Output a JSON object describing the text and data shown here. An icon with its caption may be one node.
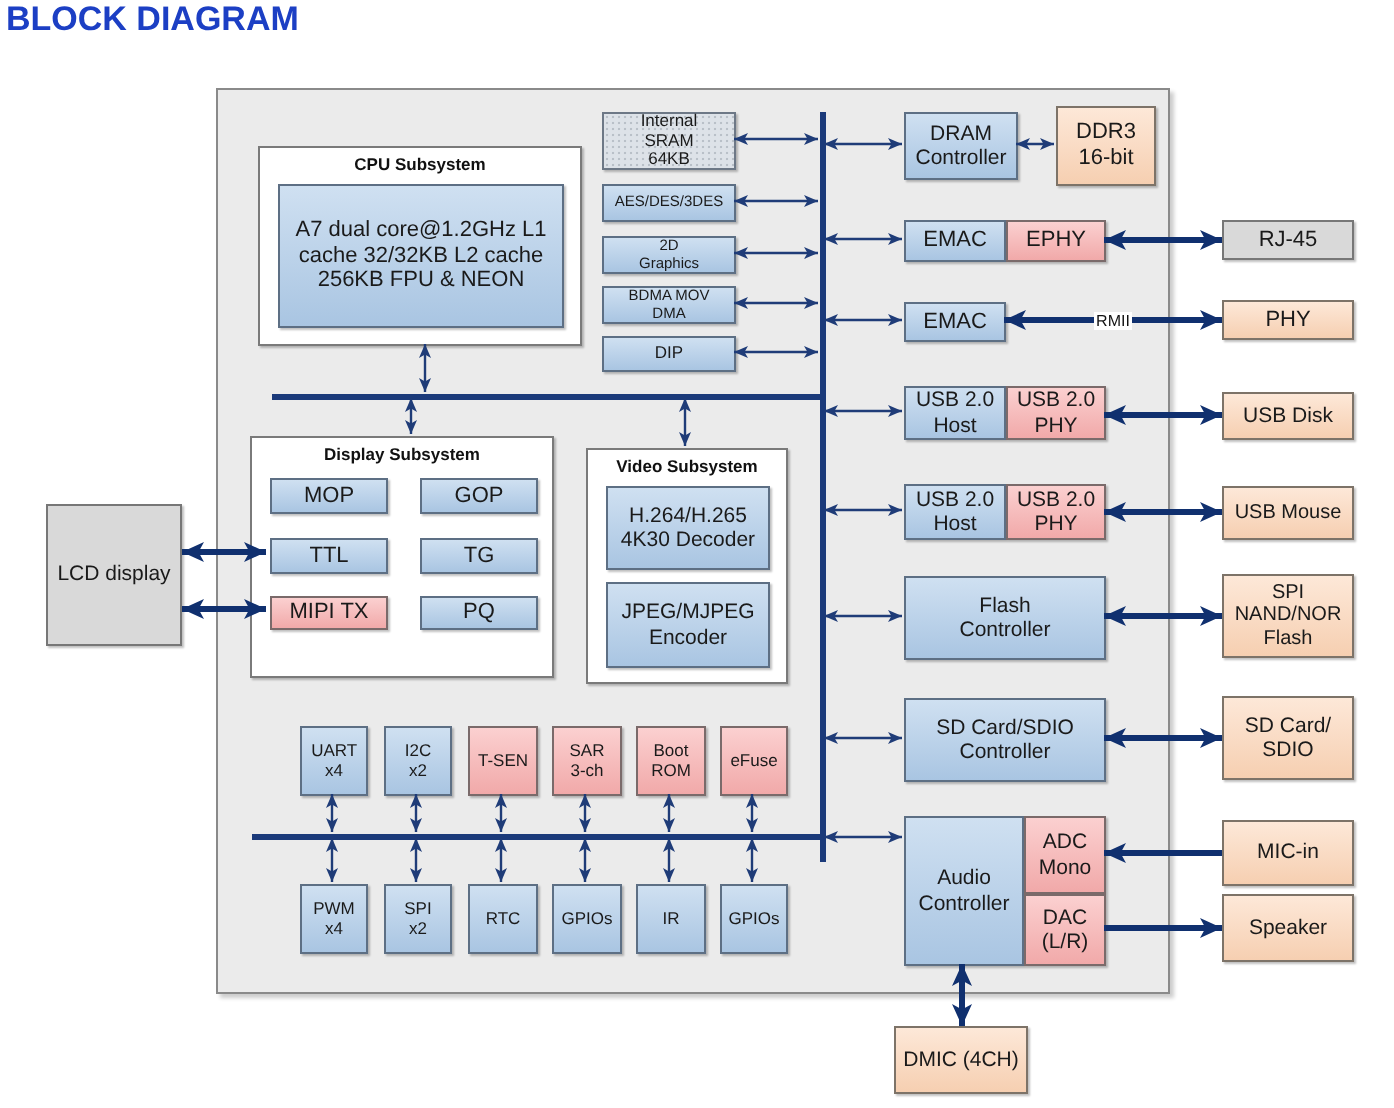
{
  "diagram": {
    "title": "BLOCK DIAGRAM",
    "nodes": [
      {
        "text": [],
        "shape": "box"
      },
      {
        "text": [
          "CPU Subsystem"
        ],
        "in": 0
      },
      {
        "text": [
          "A7 dual core@1.2GHz L1 cache 32/32KB L2 cache 256KB FPU & NEON"
        ],
        "in": 1
      },
      {
        "text": [
          "Internal SRAM 64KB"
        ],
        "in": 0
      },
      {
        "text": [
          "AES/DES/3DES"
        ],
        "in": 0
      },
      {
        "text": [
          "2D Graphics"
        ],
        "in": 0
      },
      {
        "text": [
          "BDMA MOV DMA"
        ],
        "in": 0
      },
      {
        "text": [
          "DIP"
        ],
        "in": 0
      },
      {
        "text": [
          "DRAM Controller"
        ],
        "in": 0
      },
      {
        "text": [
          "DDR3 16-bit"
        ],
        "in": 0
      },
      {
        "text": [
          "EMAC"
        ],
        "in": 0
      },
      {
        "text": [
          "EPHY"
        ],
        "in": 0
      },
      {
        "text": [
          "RJ-45"
        ]
      },
      {
        "text": [
          "EMAC"
        ],
        "in": 0
      },
      {
        "text": [
          "PHY"
        ]
      },
      {
        "text": [
          "USB 2.0 Host"
        ],
        "in": 0
      },
      {
        "text": [
          "USB 2.0 PHY"
        ],
        "in": 0
      },
      {
        "text": [
          "USB Disk"
        ]
      },
      {
        "text": [],
        "shape": "bar",
        "in": 0
      },
      {
        "text": [
          "Display Subsystem"
        ],
        "in": 0
      },
      {
        "text": [
          "MOP"
        ],
        "in": 19
      },
      {
        "text": [
          "GOP"
        ],
        "in": 19
      },
      {
        "text": [
          "LCD display"
        ]
      },
      {
        "text": [
          "TTL"
        ],
        "in": 19
      },
      {
        "text": [
          "TG"
        ],
        "in": 19
      },
      {
        "text": [
          "MIPI TX"
        ],
        "in": 19
      },
      {
        "text": [
          "PQ"
        ],
        "in": 19
      },
      {
        "text": [
          "Video Subsystem"
        ],
        "in": 0
      },
      {
        "text": [
          "H.264/H.265 4K30 Decoder"
        ],
        "in": 27
      },
      {
        "text": [
          "JPEG/MJPEG Encoder"
        ],
        "in": 27
      },
      {
        "text": [
          "USB 2.0 Host"
        ],
        "in": 0
      },
      {
        "text": [
          "USB 2.0 PHY"
        ],
        "in": 0
      },
      {
        "text": [
          "USB Mouse"
        ]
      },
      {
        "text": [
          "Flash Controller"
        ],
        "in": 0
      },
      {
        "text": [
          "SPI NAND/NOR Flash"
        ]
      },
      {
        "text": [
          "SD Card/SDIO Controller"
        ],
        "in": 0
      },
      {
        "text": [
          "SD Card/ SDIO"
        ]
      },
      {
        "text": [
          "UART x4"
        ],
        "in": 0
      },
      {
        "text": [
          "I2C x2"
        ],
        "in": 0
      },
      {
        "text": [
          "T-SEN"
        ],
        "in": 0
      },
      {
        "text": [
          "SAR 3-ch"
        ],
        "in": 0
      },
      {
        "text": [
          "Boot ROM"
        ],
        "in": 0
      },
      {
        "text": [
          "eFuse"
        ],
        "in": 0
      },
      {
        "text": [],
        "shape": "bar",
        "in": 0
      },
      {
        "text": [
          "PWM x4"
        ],
        "in": 0
      },
      {
        "text": [
          "SPI x2"
        ],
        "in": 0
      },
      {
        "text": [
          "RTC"
        ],
        "in": 0
      },
      {
        "text": [
          "GPIOs"
        ],
        "in": 0
      },
      {
        "text": [
          "IR"
        ],
        "in": 0
      },
      {
        "text": [
          "GPIOs"
        ],
        "in": 0
      },
      {
        "text": [
          "Audio Controller"
        ],
        "in": 0
      },
      {
        "text": [
          "ADC Mono"
        ],
        "in": 0
      },
      {
        "text": [
          "DAC (L/R)"
        ],
        "in": 0
      },
      {
        "text": [
          "MIC-in"
        ]
      },
      {
        "text": [
          "Speaker"
        ]
      },
      {
        "text": [
          "DMIC (4CH)"
        ]
      },
      {
        "text": [],
        "shape": "bar",
        "in": 0
      }
    ],
    "edges": [
      {
        "from": 1,
        "to": 18,
        "arrow": "both"
      },
      {
        "from": 18,
        "to": 19,
        "arrow": "both"
      },
      {
        "from": 18,
        "to": 27,
        "arrow": "both"
      },
      {
        "from": 3,
        "to": 56,
        "arrow": "both"
      },
      {
        "from": 4,
        "to": 56,
        "arrow": "both"
      },
      {
        "from": 5,
        "to": 56,
        "arrow": "both"
      },
      {
        "from": 6,
        "to": 56,
        "arrow": "both"
      },
      {
        "from": 7,
        "to": 56,
        "arrow": "both"
      },
      {
        "from": 56,
        "to": 8,
        "arrow": "both"
      },
      {
        "from": 8,
        "to": 9,
        "arrow": "both"
      },
      {
        "from": 56,
        "to": 10,
        "arrow": "both"
      },
      {
        "from": 11,
        "to": 12,
        "arrow": "both",
        "style": "thick"
      },
      {
        "from": 56,
        "to": 13,
        "arrow": "both"
      },
      {
        "from": 13,
        "to": 14,
        "arrow": "both",
        "style": "thick",
        "label": "RMII"
      },
      {
        "from": 56,
        "to": 15,
        "arrow": "both"
      },
      {
        "from": 16,
        "to": 17,
        "arrow": "both",
        "style": "thick"
      },
      {
        "from": 56,
        "to": 30,
        "arrow": "both"
      },
      {
        "from": 31,
        "to": 32,
        "arrow": "both",
        "style": "thick"
      },
      {
        "from": 56,
        "to": 33,
        "arrow": "both"
      },
      {
        "from": 33,
        "to": 34,
        "arrow": "both",
        "style": "thick"
      },
      {
        "from": 56,
        "to": 35,
        "arrow": "both"
      },
      {
        "from": 35,
        "to": 36,
        "arrow": "both",
        "style": "thick"
      },
      {
        "from": 56,
        "to": 50,
        "arrow": "both"
      },
      {
        "from": 53,
        "to": 51,
        "arrow": "to",
        "style": "thick"
      },
      {
        "from": 52,
        "to": 54,
        "arrow": "to",
        "style": "thick"
      },
      {
        "from": 50,
        "to": 55,
        "arrow": "both",
        "style": "thick"
      },
      {
        "from": 22,
        "to": 23,
        "arrow": "both",
        "style": "thick"
      },
      {
        "from": 22,
        "to": 25,
        "arrow": "both",
        "style": "thick"
      },
      {
        "from": 37,
        "to": 43,
        "arrow": "both"
      },
      {
        "from": 38,
        "to": 43,
        "arrow": "both"
      },
      {
        "from": 39,
        "to": 43,
        "arrow": "both"
      },
      {
        "from": 40,
        "to": 43,
        "arrow": "both"
      },
      {
        "from": 41,
        "to": 43,
        "arrow": "both"
      },
      {
        "from": 42,
        "to": 43,
        "arrow": "both"
      },
      {
        "from": 43,
        "to": 44,
        "arrow": "both"
      },
      {
        "from": 43,
        "to": 45,
        "arrow": "both"
      },
      {
        "from": 43,
        "to": 46,
        "arrow": "both"
      },
      {
        "from": 43,
        "to": 47,
        "arrow": "both"
      },
      {
        "from": 43,
        "to": 48,
        "arrow": "both"
      },
      {
        "from": 43,
        "to": 49,
        "arrow": "both"
      }
    ]
  }
}
